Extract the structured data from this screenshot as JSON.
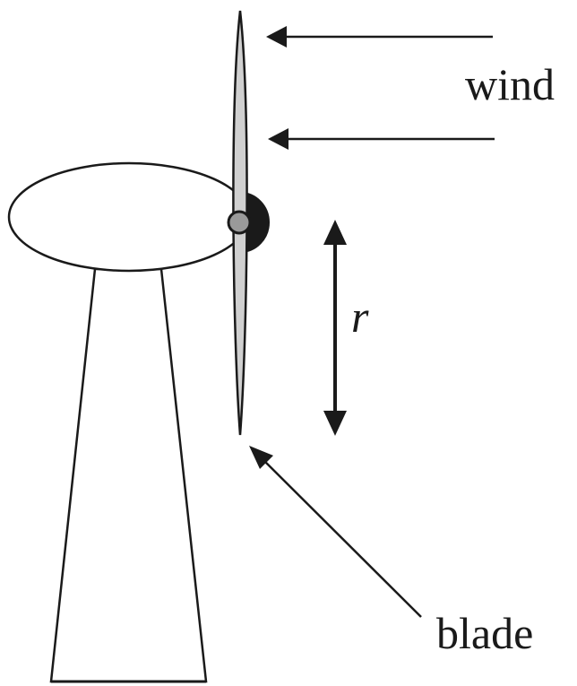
{
  "labels": {
    "wind": "wind",
    "radius": "r",
    "blade": "blade"
  },
  "colors": {
    "stroke": "#1a1a1a",
    "blade_fill": "#d0d0d0",
    "hub_fill": "#1a1a1a",
    "axle_fill": "#9a9a9a",
    "background": "#ffffff"
  }
}
